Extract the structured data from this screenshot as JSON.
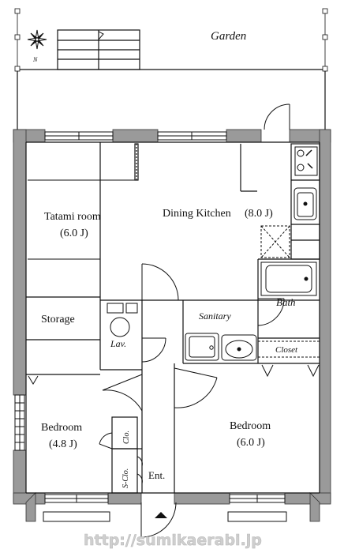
{
  "garden_label": "Garden",
  "rooms": {
    "tatami": {
      "name": "Tatami room",
      "size": "(6.0 J)"
    },
    "dining_kitchen": {
      "name": "Dining Kitchen",
      "size": "(8.0 J)"
    },
    "storage": "Storage",
    "lavatory": "Lav.",
    "sanitary": "Sanitary",
    "bath": "Bath",
    "closet": "Closet",
    "bedroom_left": {
      "name": "Bedroom",
      "size": "(4.8 J)"
    },
    "bedroom_right": {
      "name": "Bedroom",
      "size": "(6.0 J)"
    },
    "closet_small": "Clo.",
    "shoe_closet": "S-Clo.",
    "entrance": "Ent."
  },
  "watermark": "http://sumikaerabi.jp",
  "compass_letter": "N",
  "colors": {
    "wall": "#9a9a9a",
    "line": "#111111",
    "watermark": "#cfcfcf"
  }
}
